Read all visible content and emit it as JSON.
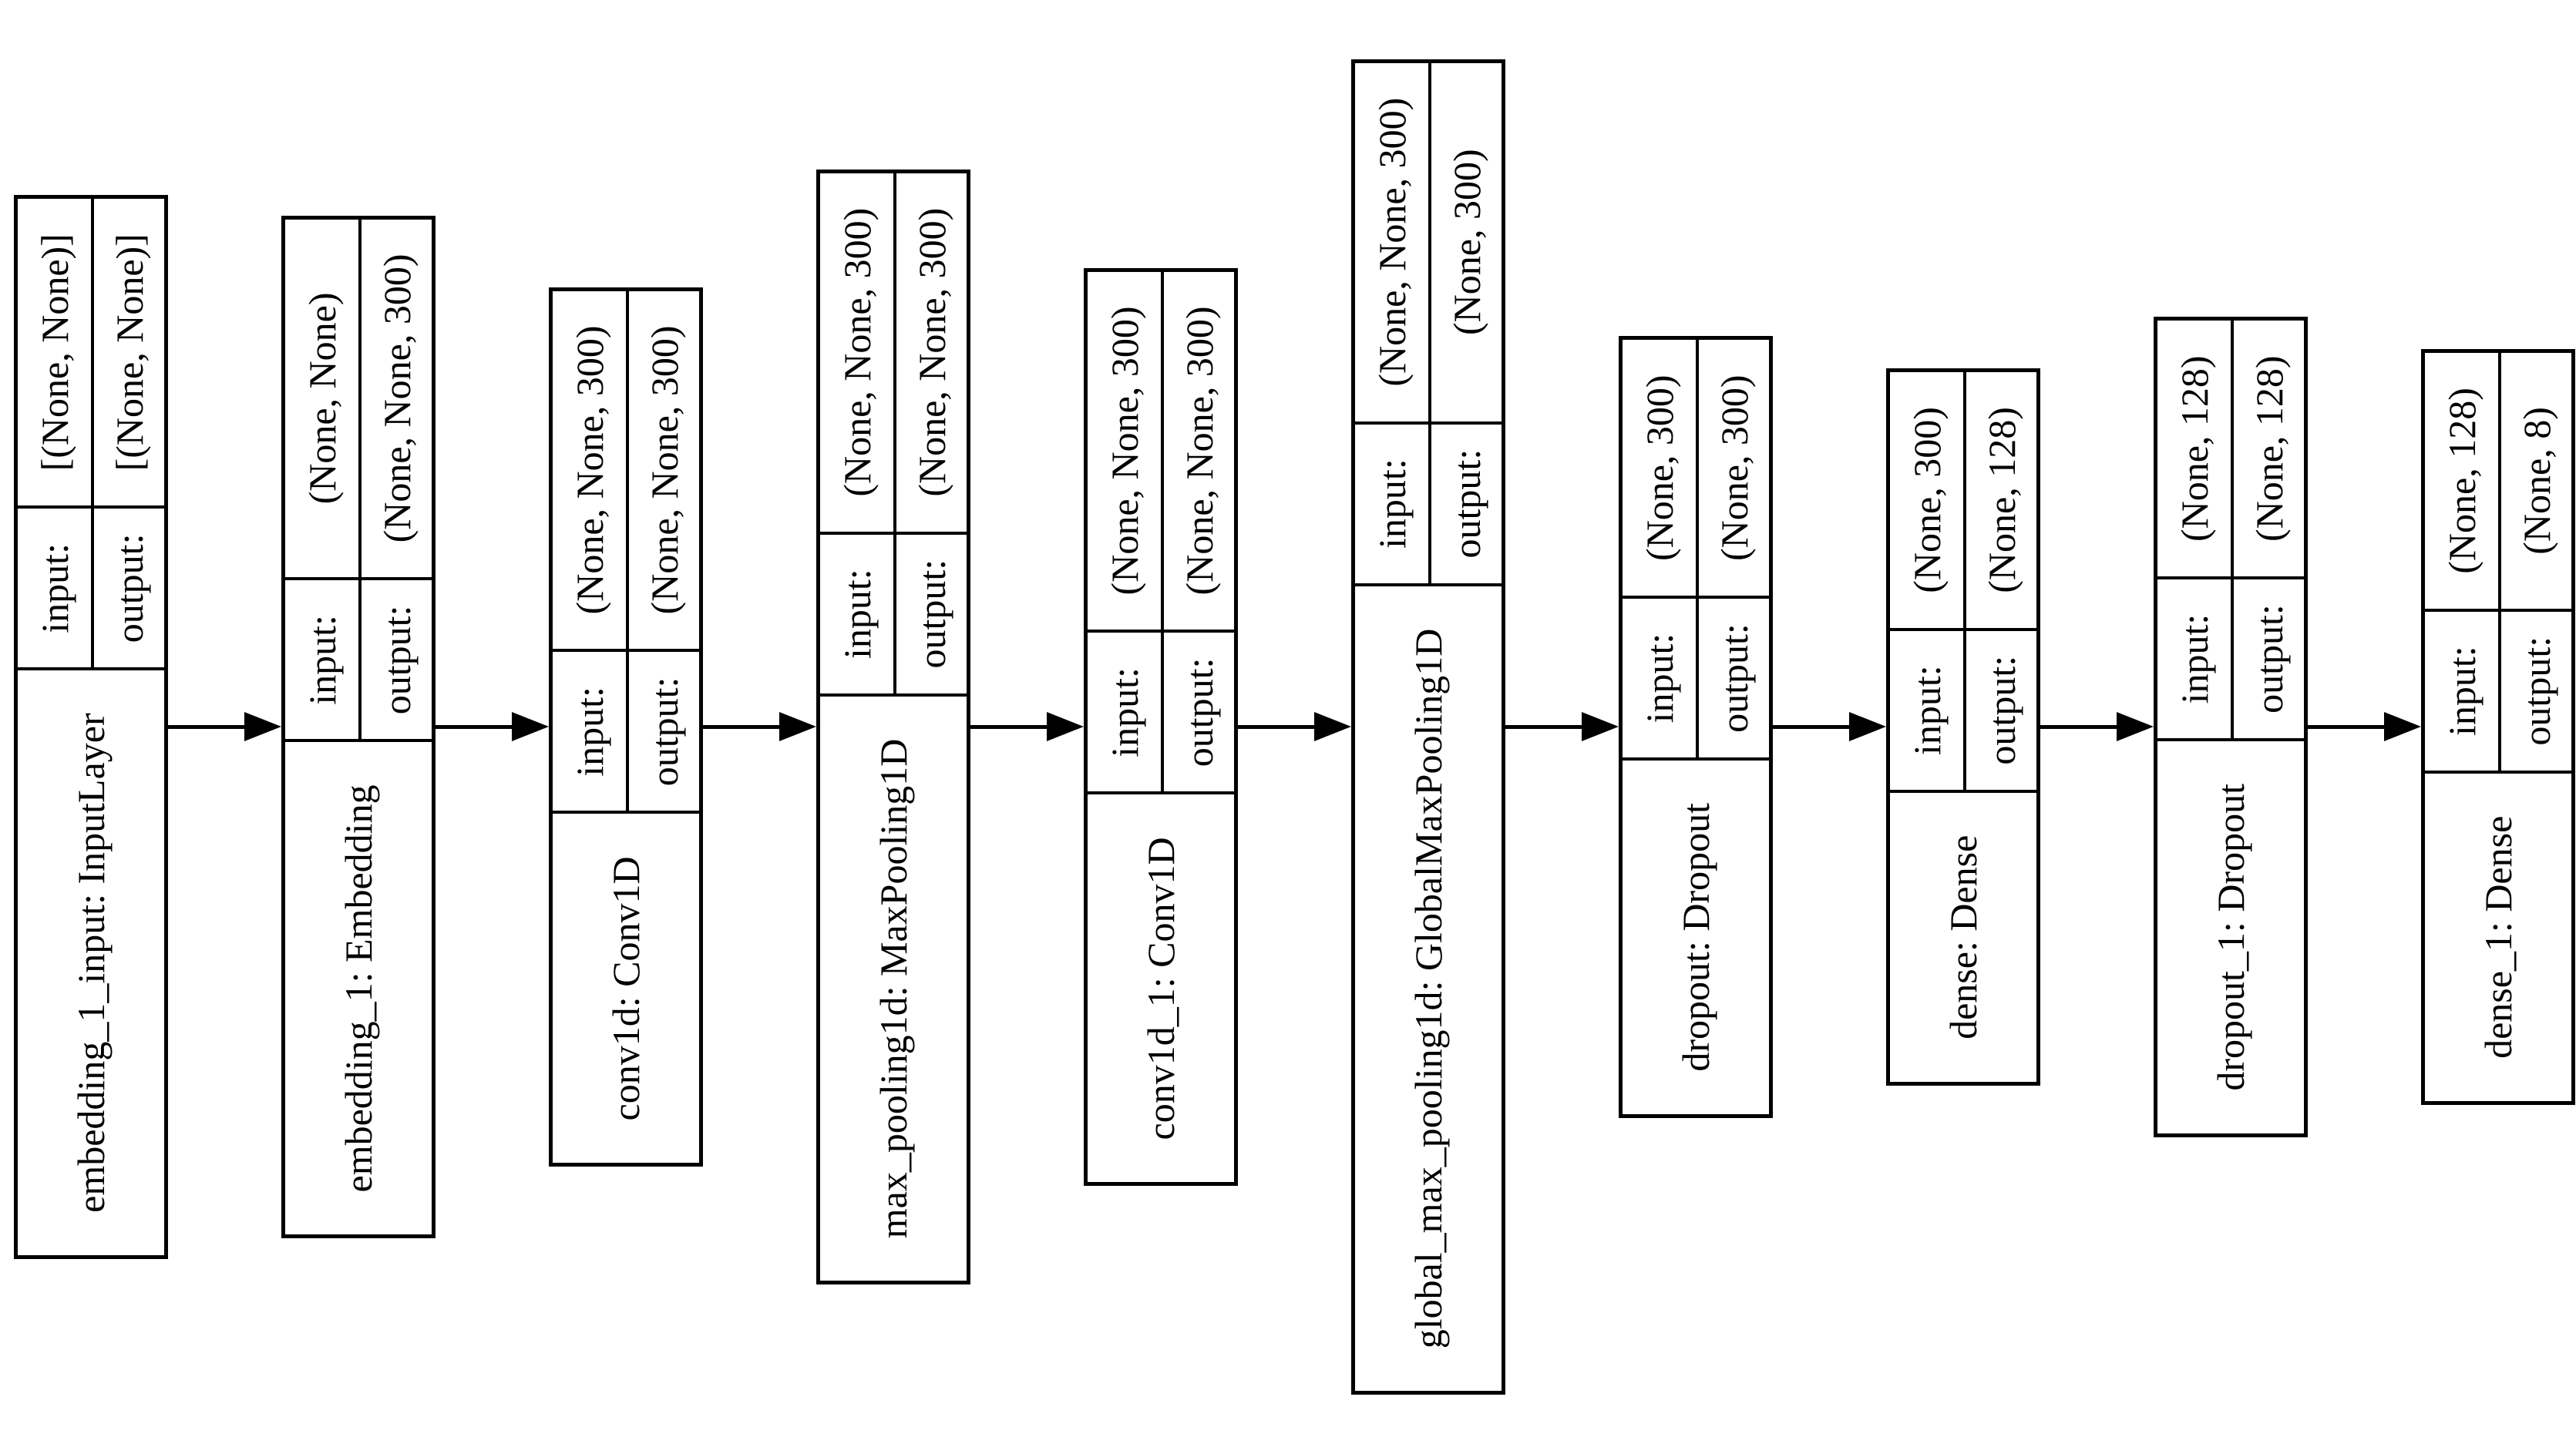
{
  "diagram": {
    "type": "keras-model-architecture",
    "colors": {
      "line": "#000000",
      "background": "#ffffff"
    },
    "io_labels": {
      "input": "input:",
      "output": "output:"
    },
    "layers": [
      {
        "name": "embedding_1_input: InputLayer",
        "input_shape": "[(None, None)]",
        "output_shape": "[(None, None)]"
      },
      {
        "name": "embedding_1: Embedding",
        "input_shape": "(None, None)",
        "output_shape": "(None, None, 300)"
      },
      {
        "name": "conv1d: Conv1D",
        "input_shape": "(None, None, 300)",
        "output_shape": "(None, None, 300)"
      },
      {
        "name": "max_pooling1d: MaxPooling1D",
        "input_shape": "(None, None, 300)",
        "output_shape": "(None, None, 300)"
      },
      {
        "name": "conv1d_1: Conv1D",
        "input_shape": "(None, None, 300)",
        "output_shape": "(None, None, 300)"
      },
      {
        "name": "global_max_pooling1d: GlobalMaxPooling1D",
        "input_shape": "(None, None, 300)",
        "output_shape": "(None, 300)"
      },
      {
        "name": "dropout: Dropout",
        "input_shape": "(None, 300)",
        "output_shape": "(None, 300)"
      },
      {
        "name": "dense: Dense",
        "input_shape": "(None, 300)",
        "output_shape": "(None, 128)"
      },
      {
        "name": "dropout_1: Dropout",
        "input_shape": "(None, 128)",
        "output_shape": "(None, 128)"
      },
      {
        "name": "dense_1: Dense",
        "input_shape": "(None, 128)",
        "output_shape": "(None, 8)"
      }
    ]
  }
}
